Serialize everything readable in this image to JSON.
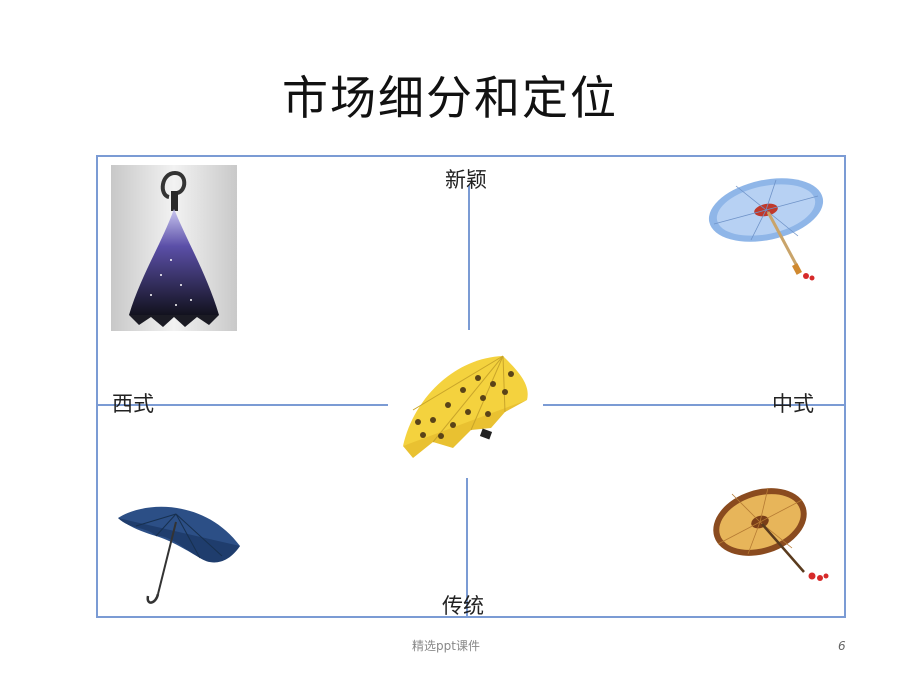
{
  "slide": {
    "title": "市场细分和定位",
    "labels": {
      "top": "新颖",
      "bottom": "传统",
      "left": "西式",
      "right": "中式"
    },
    "footer": "精选ppt课件",
    "page_number": "6"
  },
  "colors": {
    "axis": "#7b9bd4",
    "umbrella_yellow": "#f4d23e",
    "umbrella_navy": "#2c4f86",
    "umbrella_paper_blue": "#8fb6e8",
    "umbrella_paper_amber": "#e7b55a"
  }
}
